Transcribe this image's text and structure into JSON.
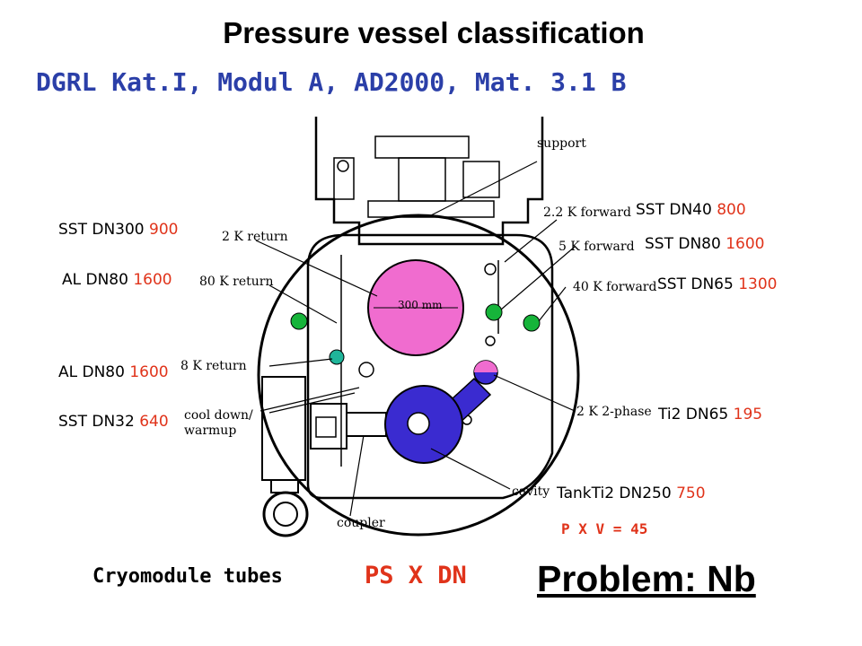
{
  "title": "Pressure vessel classification",
  "subtitle": "DGRL Kat.I, Modul A, AD2000, Mat. 3.1 B",
  "diagram_labels": {
    "support": "support",
    "k22_forward": "2.2 K forward",
    "k2_return": "2 K return",
    "k5_forward": "5 K forward",
    "k80_return": "80 K return",
    "k40_forward": "40 K forward",
    "k8_return": "8 K return",
    "cooldown_line1": "cool down/",
    "cooldown_line2": "warmup",
    "k2_2phase": "2 K 2-phase",
    "cavity": "cavity",
    "coupler": "coupler",
    "dim_300mm": "300 mm"
  },
  "tube_annotations": [
    {
      "name": "SST DN40",
      "value": "800"
    },
    {
      "name": "SST DN300",
      "value": "900"
    },
    {
      "name": "SST DN80",
      "value": "1600"
    },
    {
      "name": "AL DN80",
      "value": "1600"
    },
    {
      "name": "SST DN65",
      "value": "1300"
    },
    {
      "name": "AL DN80",
      "value": "1600"
    },
    {
      "name": "Ti2 DN65",
      "value": "195"
    },
    {
      "name": "SST DN32",
      "value": "640"
    },
    {
      "name": "TankTi2 DN250",
      "value": "750"
    }
  ],
  "pxv": "P X V = 45",
  "footer": {
    "cryomodule_tubes": "Cryomodule tubes",
    "ps_x_dn": "PS X DN",
    "problem": "Problem: Nb"
  },
  "colors": {
    "title": "#000000",
    "subtitle": "#2b3fa8",
    "values": "#e0331a",
    "big_pipe": "#f06ccf",
    "cavity_tank": "#3a2bd0",
    "green_pipes": "#16b43a",
    "teal_pipe": "#1fb59a",
    "outline": "#000000"
  }
}
